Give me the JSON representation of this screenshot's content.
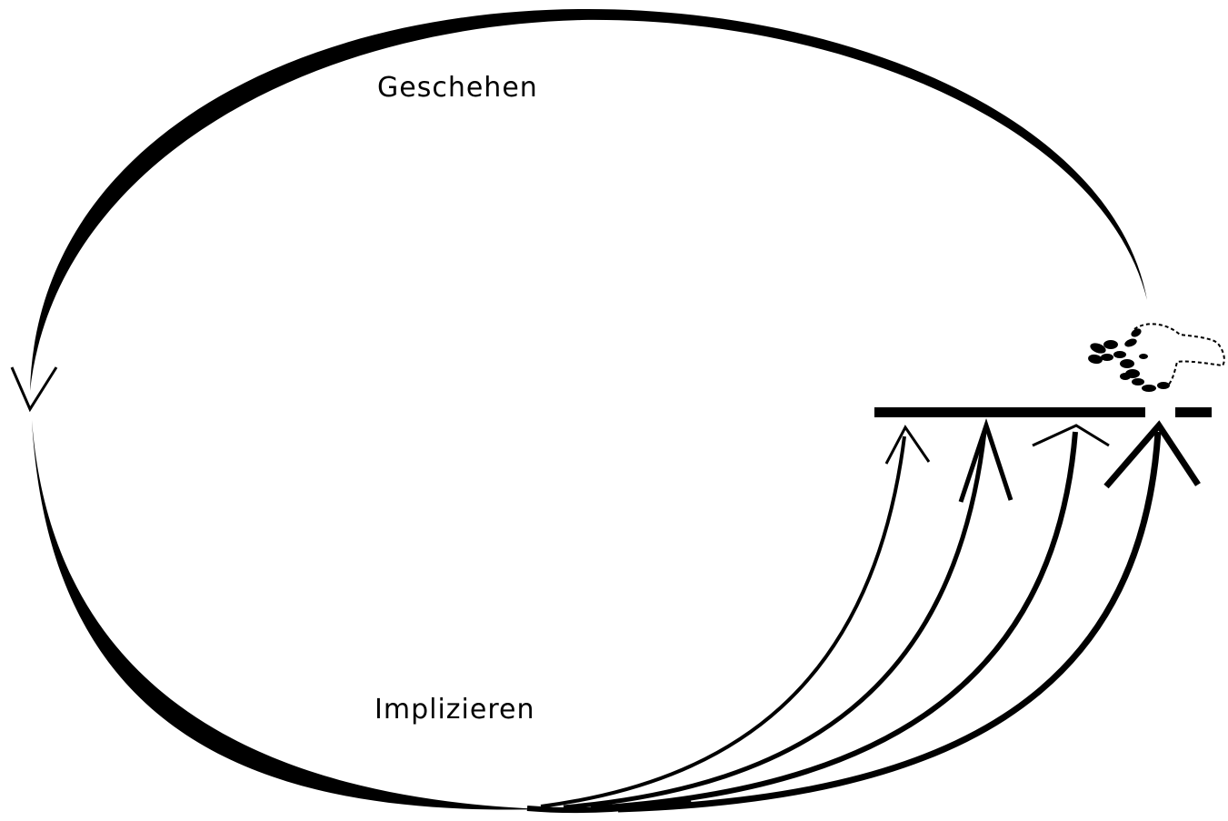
{
  "diagram": {
    "top_label": "Geschehen",
    "bottom_label": "Implizieren",
    "colors": {
      "background": "#ffffff",
      "ink": "#000000"
    },
    "icons": [
      "dotted-cloud-shape",
      "open-arrowhead"
    ]
  }
}
